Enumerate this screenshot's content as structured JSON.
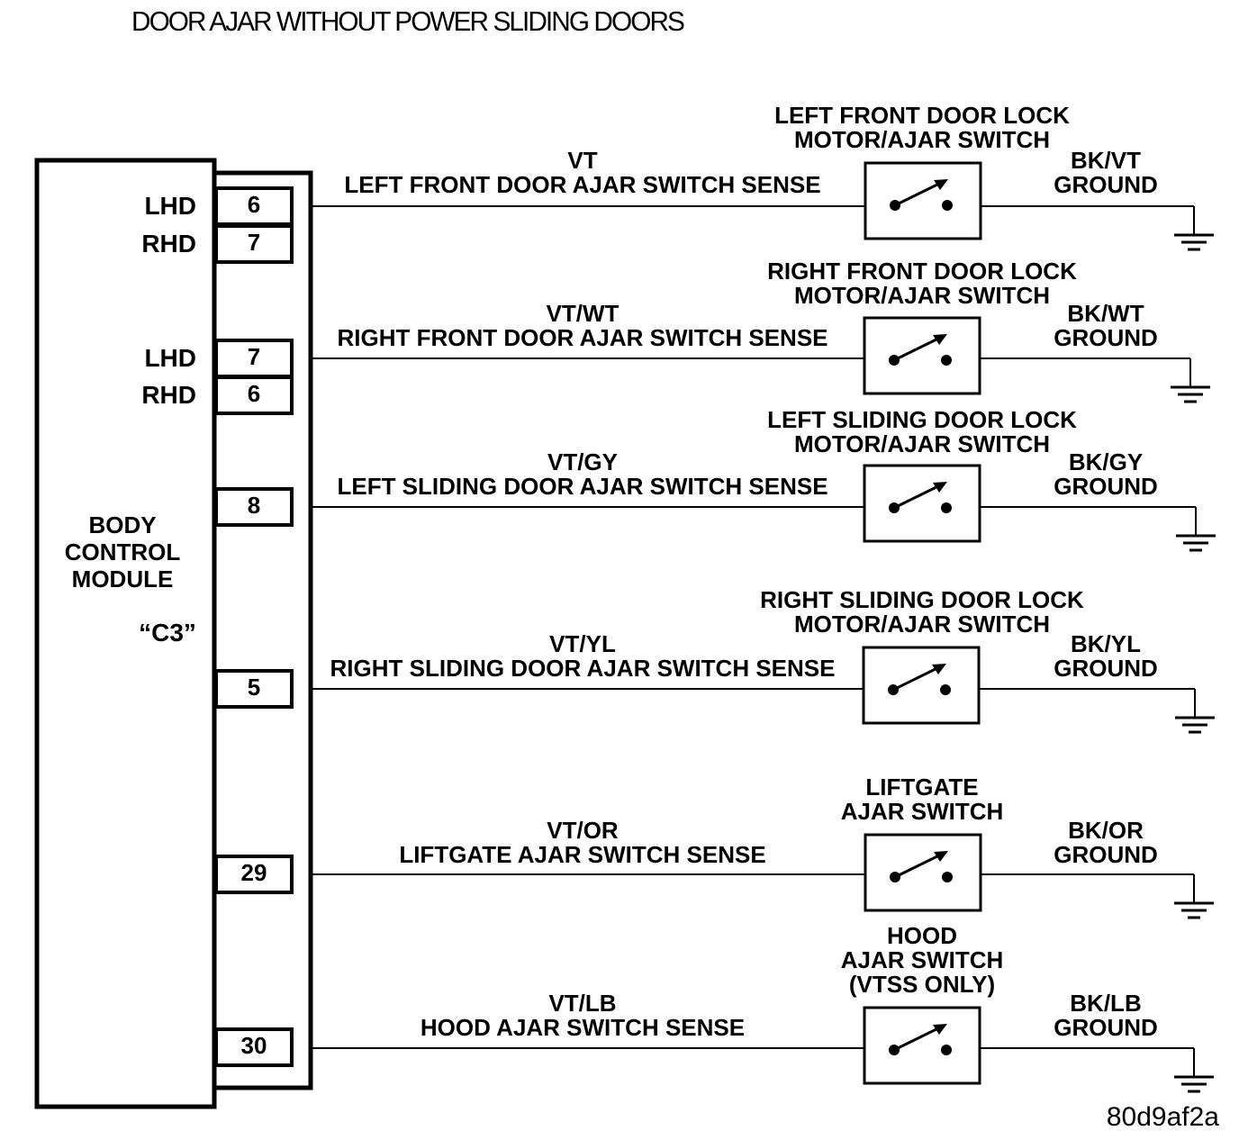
{
  "title": "DOOR AJAR WITHOUT POWER SLIDING DOORS",
  "module": {
    "name_lines": [
      "BODY",
      "CONTROL",
      "MODULE"
    ],
    "connector": "“C3”"
  },
  "circuits": [
    {
      "pins": [
        {
          "side": "LHD",
          "pin": "6"
        },
        {
          "side": "RHD",
          "pin": "7"
        }
      ],
      "wire_color": "VT",
      "wire_name": "LEFT FRONT DOOR AJAR SWITCH SENSE",
      "switch_lines": [
        "LEFT FRONT DOOR LOCK",
        "MOTOR/AJAR SWITCH"
      ],
      "ground_color": "BK/VT",
      "ground_label": "GROUND"
    },
    {
      "pins": [
        {
          "side": "LHD",
          "pin": "7"
        },
        {
          "side": "RHD",
          "pin": "6"
        }
      ],
      "wire_color": "VT/WT",
      "wire_name": "RIGHT FRONT DOOR AJAR SWITCH SENSE",
      "switch_lines": [
        "RIGHT FRONT DOOR LOCK",
        "MOTOR/AJAR SWITCH"
      ],
      "ground_color": "BK/WT",
      "ground_label": "GROUND"
    },
    {
      "pins": [
        {
          "side": "",
          "pin": "8"
        }
      ],
      "wire_color": "VT/GY",
      "wire_name": "LEFT SLIDING DOOR AJAR SWITCH SENSE",
      "switch_lines": [
        "LEFT SLIDING DOOR LOCK",
        "MOTOR/AJAR SWITCH"
      ],
      "ground_color": "BK/GY",
      "ground_label": "GROUND"
    },
    {
      "pins": [
        {
          "side": "",
          "pin": "5"
        }
      ],
      "wire_color": "VT/YL",
      "wire_name": "RIGHT SLIDING DOOR AJAR SWITCH SENSE",
      "switch_lines": [
        "RIGHT SLIDING DOOR LOCK",
        "MOTOR/AJAR SWITCH"
      ],
      "ground_color": "BK/YL",
      "ground_label": "GROUND"
    },
    {
      "pins": [
        {
          "side": "",
          "pin": "29"
        }
      ],
      "wire_color": "VT/OR",
      "wire_name": "LIFTGATE AJAR SWITCH SENSE",
      "switch_lines": [
        "LIFTGATE",
        "AJAR SWITCH"
      ],
      "ground_color": "BK/OR",
      "ground_label": "GROUND"
    },
    {
      "pins": [
        {
          "side": "",
          "pin": "30"
        }
      ],
      "wire_color": "VT/LB",
      "wire_name": "HOOD AJAR SWITCH SENSE",
      "switch_lines": [
        "HOOD",
        "AJAR SWITCH",
        "(VTSS ONLY)"
      ],
      "ground_color": "BK/LB",
      "ground_label": "GROUND"
    }
  ],
  "figure_code": "80d9af2a"
}
